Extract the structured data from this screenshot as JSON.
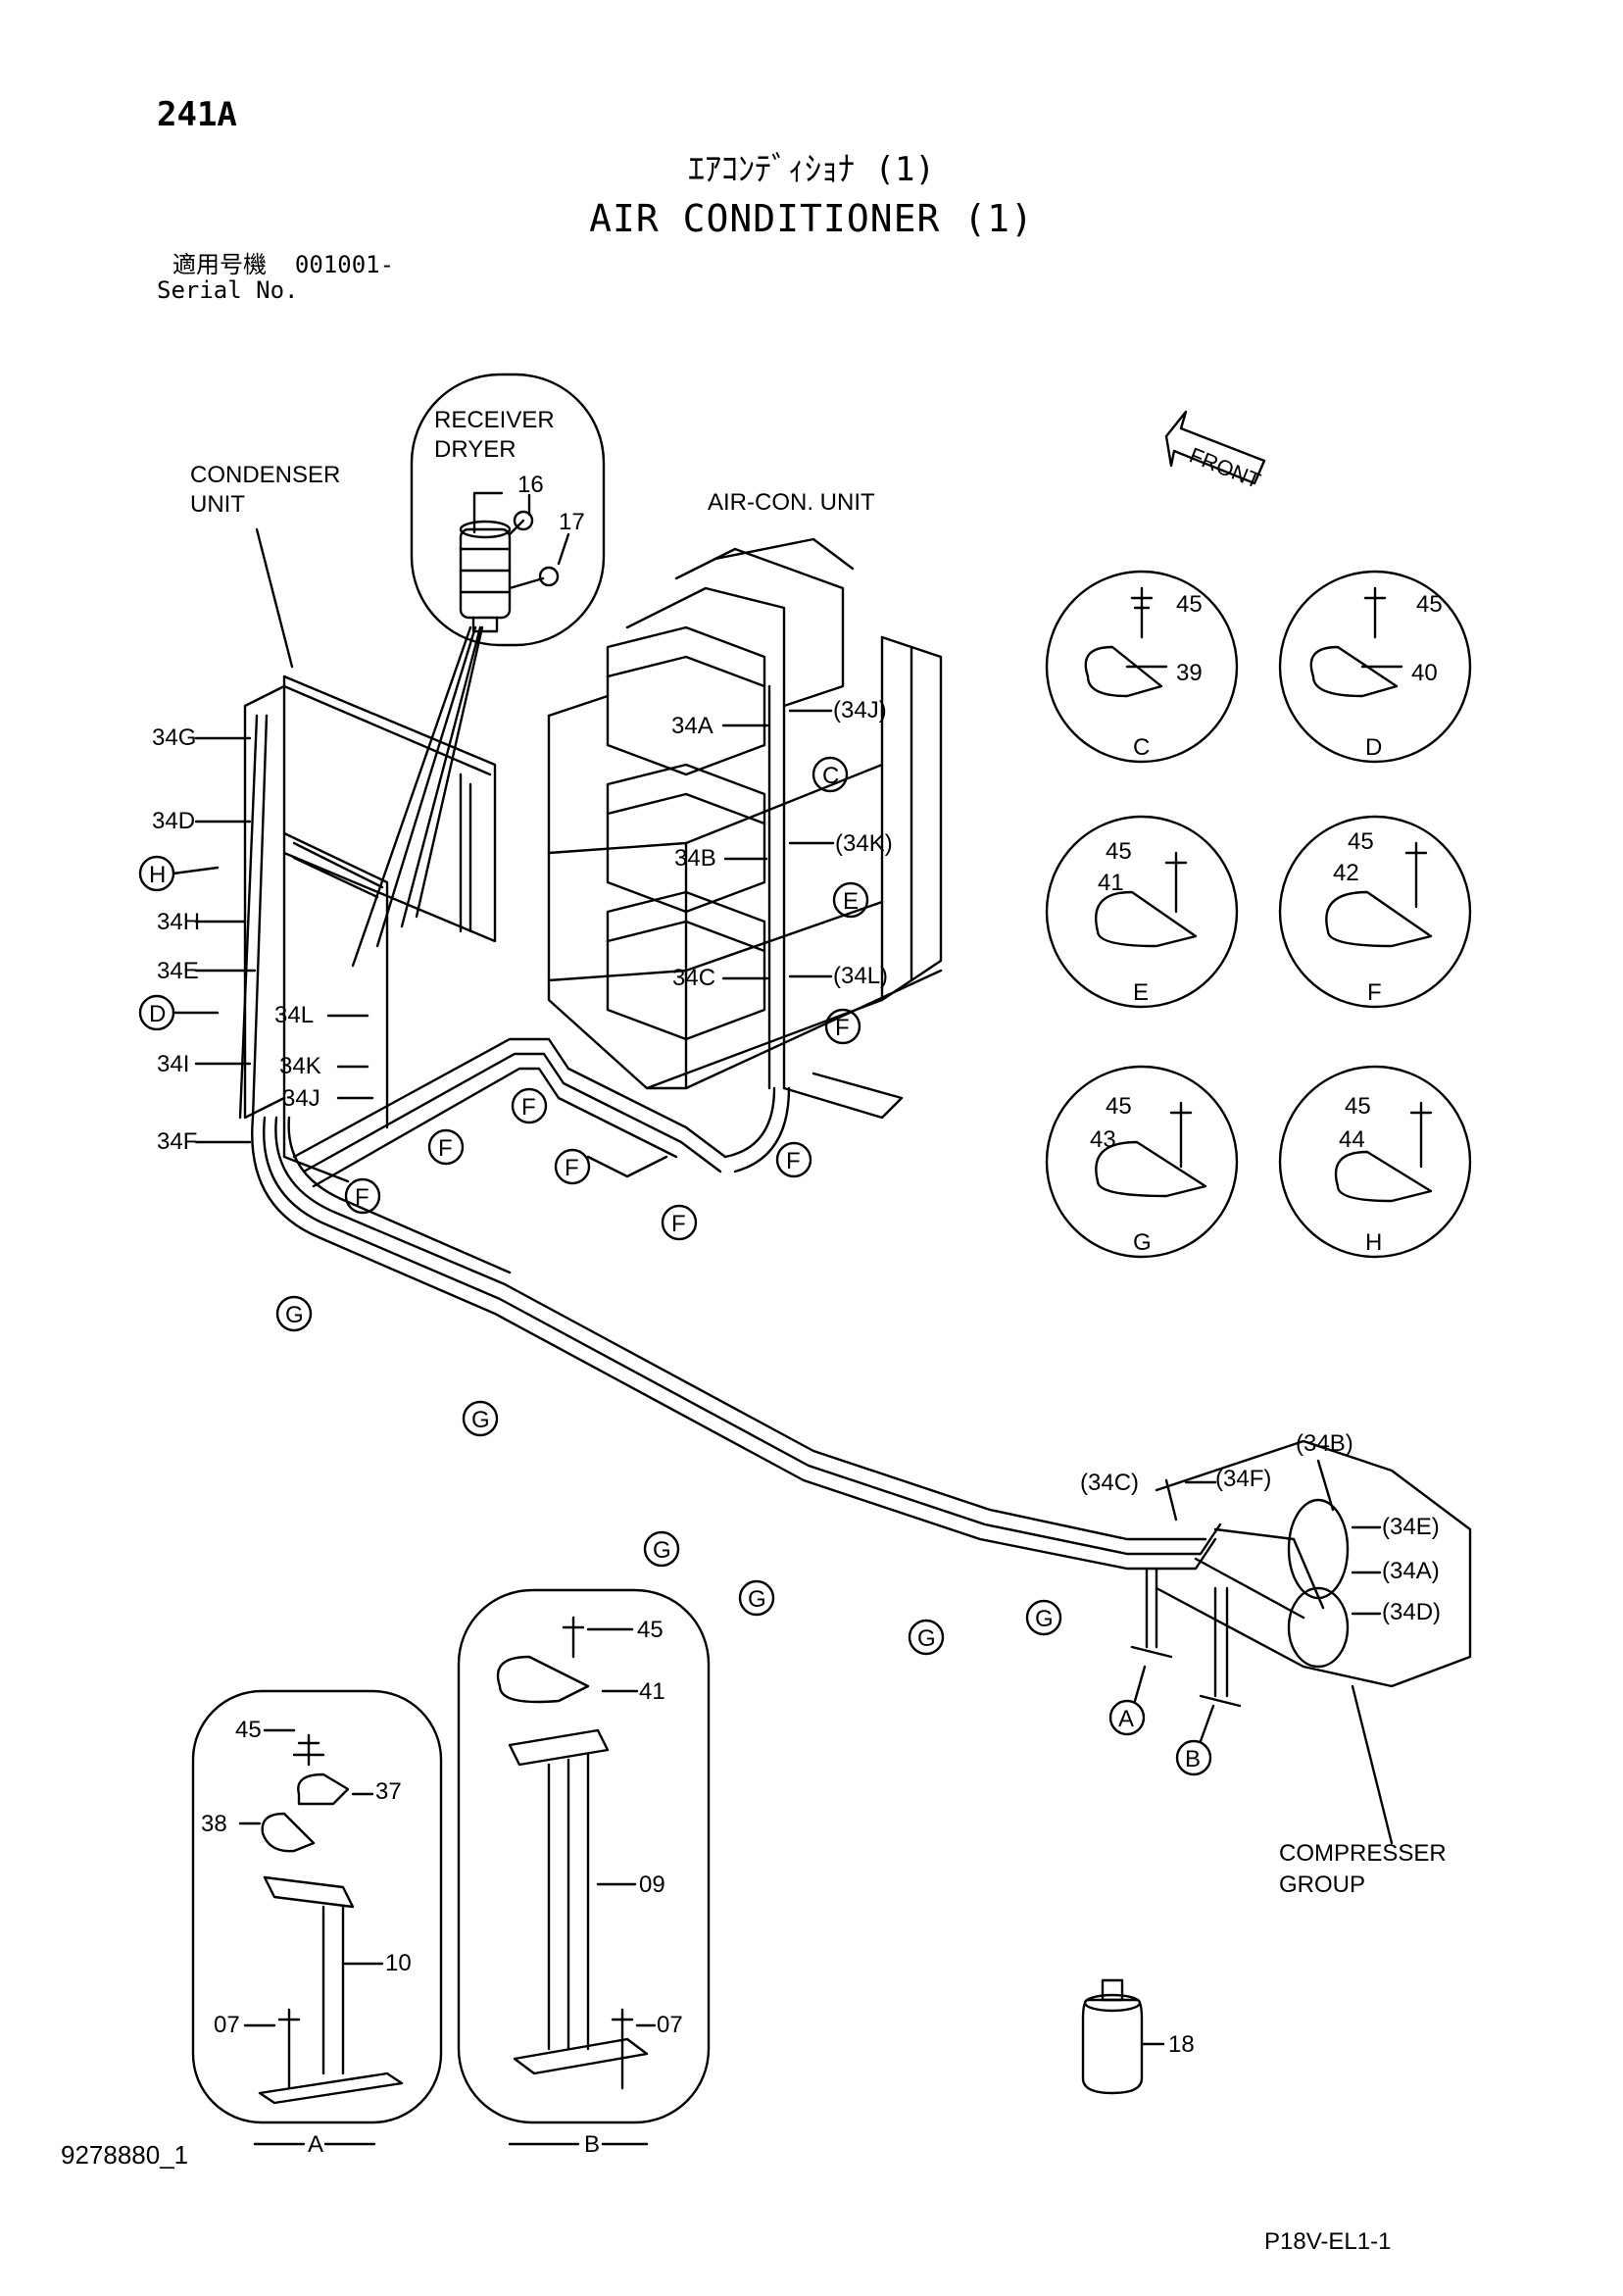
{
  "header": {
    "page_number": "241A",
    "title_jp": "ｴｱｺﾝﾃﾞｨｼｮﾅ (1)",
    "title_en": "AIR CONDITIONER (1)",
    "serial_label_jp": "適用号機",
    "serial_value": "001001-",
    "serial_label_en": "Serial No."
  },
  "footer": {
    "drawing_number": "9278880_1",
    "sheet_code": "P18V-EL1-1"
  },
  "labels": {
    "receiver_dryer": [
      "RECEIVER",
      "DRYER"
    ],
    "condenser_unit": [
      "CONDENSER",
      "UNIT"
    ],
    "aircon_unit": "AIR-CON. UNIT",
    "front": "FRONT",
    "compressor_group": [
      "COMPRESSER",
      "GROUP"
    ]
  },
  "pipe_labels_left": [
    "34G",
    "34D",
    "34H",
    "34E",
    "34I",
    "34F",
    "34L",
    "34K",
    "34J"
  ],
  "pipe_labels_unit": [
    "34A",
    "(34J)",
    "34B",
    "(34K)",
    "34C",
    "(34L)"
  ],
  "pipe_labels_compressor": [
    "(34B)",
    "(34C)",
    "(34F)",
    "(34E)",
    "(34A)",
    "(34D)"
  ],
  "part_numbers": {
    "receiver": [
      "16",
      "17"
    ],
    "detail_c": [
      "45",
      "39"
    ],
    "detail_d": [
      "45",
      "40"
    ],
    "detail_e": [
      "45",
      "41"
    ],
    "detail_f": [
      "45",
      "42"
    ],
    "detail_g": [
      "45",
      "43"
    ],
    "detail_h": [
      "45",
      "44"
    ],
    "bracket_a": [
      "45",
      "37",
      "38",
      "10",
      "07"
    ],
    "bracket_b": [
      "45",
      "41",
      "09",
      "07"
    ],
    "bottle": "18"
  },
  "callouts": {
    "detail_letters": [
      "C",
      "D",
      "E",
      "F",
      "G",
      "H"
    ],
    "bracket_letters": [
      "A",
      "B"
    ],
    "clamp_f": "F",
    "clamp_g": "G",
    "clamp_h": "H",
    "clamp_d": "D",
    "clamp_c": "C",
    "clamp_e": "E",
    "support_a": "A",
    "support_b": "B"
  }
}
